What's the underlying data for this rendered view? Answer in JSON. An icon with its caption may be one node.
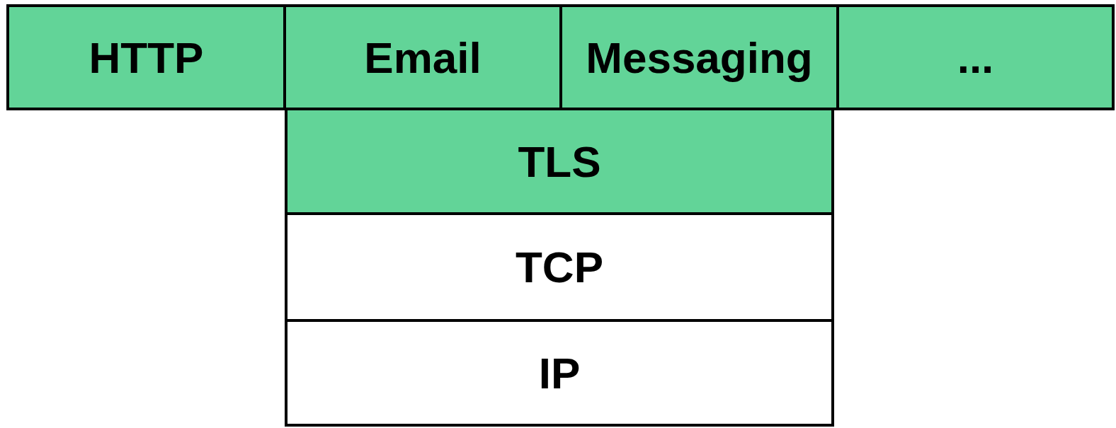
{
  "diagram": {
    "nodes": [
      {
        "text": [
          "HTTP"
        ]
      },
      {
        "text": [
          "Email"
        ]
      },
      {
        "text": [
          "Messaging"
        ]
      },
      {
        "text": [
          "..."
        ]
      },
      {
        "text": [
          "TLS"
        ]
      },
      {
        "text": [
          "TCP"
        ]
      },
      {
        "text": [
          "IP"
        ]
      }
    ]
  }
}
